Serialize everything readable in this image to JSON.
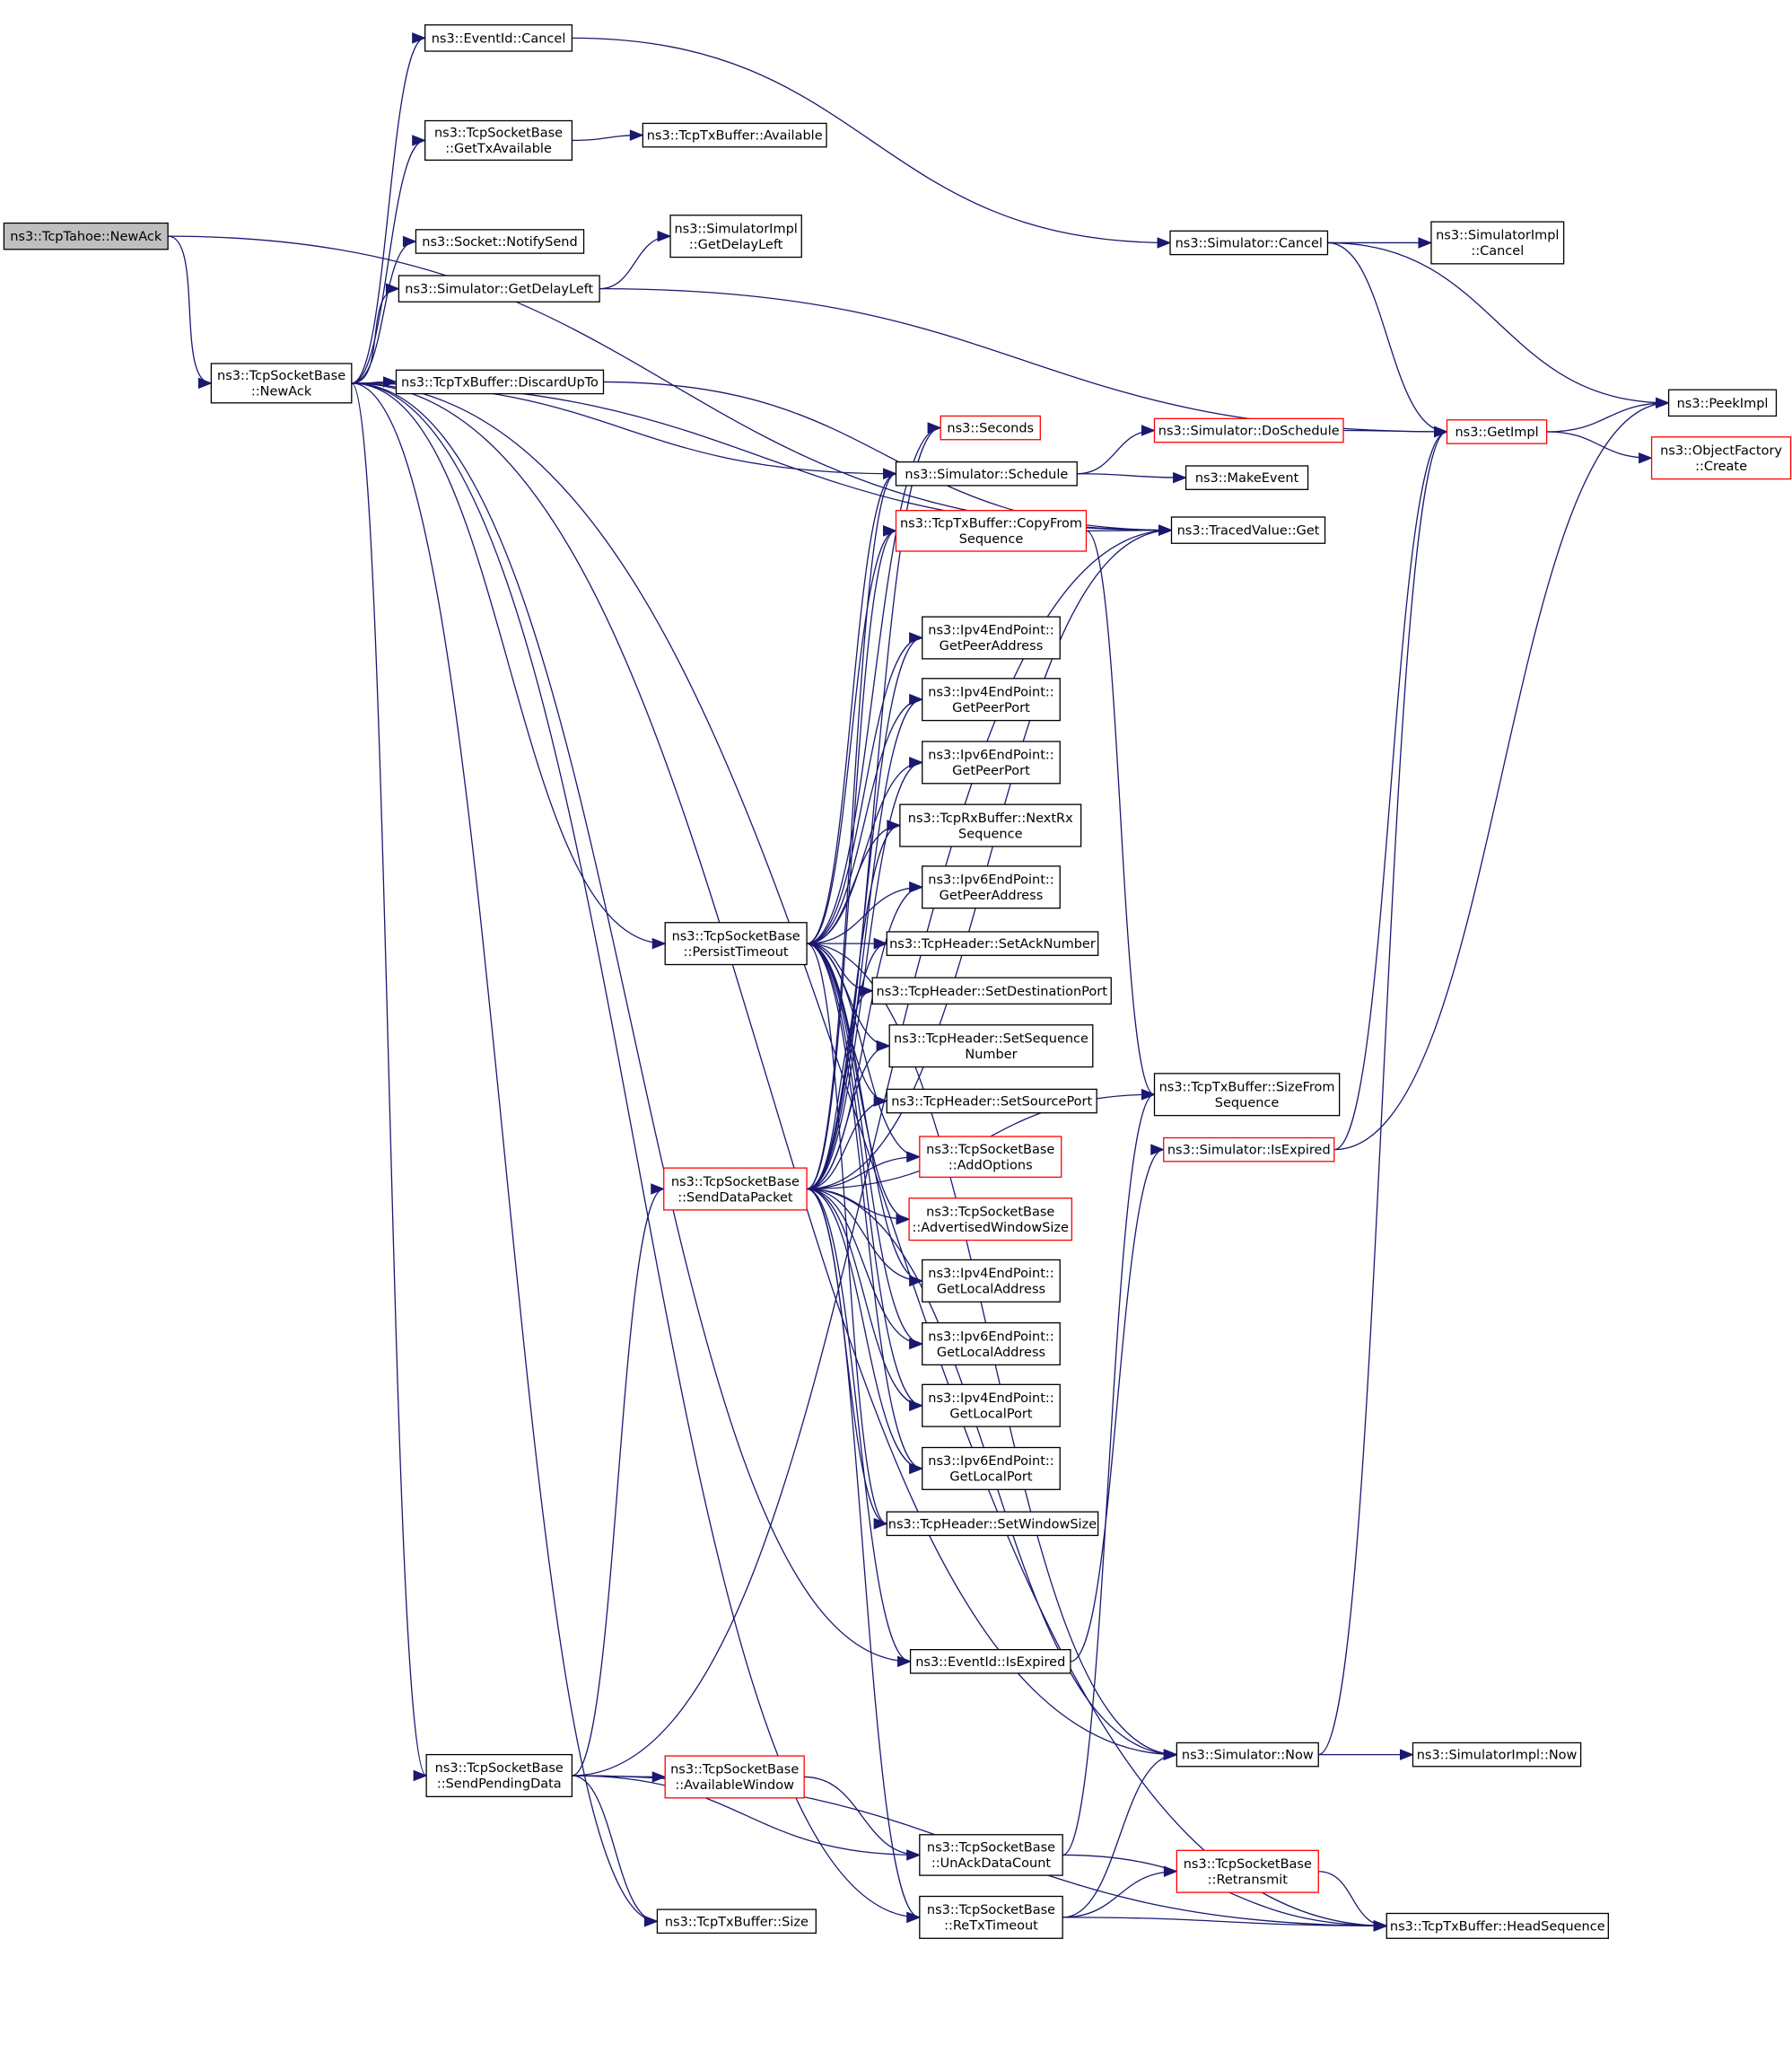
{
  "colors": {
    "edge": "#191970",
    "root_fill": "#bfbfbf",
    "node_fill": "#ffffff",
    "node_border": "#000000",
    "truncated_border": "#ff0000"
  },
  "nodes": [
    {
      "id": "n0",
      "lines": [
        "ns3::TcpTahoe::NewAck"
      ],
      "style": "root"
    },
    {
      "id": "n1",
      "lines": [
        "ns3::TcpSocketBase",
        "::NewAck"
      ],
      "style": "normal"
    },
    {
      "id": "n2",
      "lines": [
        "ns3::EventId::Cancel"
      ],
      "style": "normal"
    },
    {
      "id": "n3",
      "lines": [
        "ns3::TcpSocketBase",
        "::GetTxAvailable"
      ],
      "style": "normal"
    },
    {
      "id": "n4",
      "lines": [
        "ns3::TcpTxBuffer::Available"
      ],
      "style": "normal"
    },
    {
      "id": "n5",
      "lines": [
        "ns3::Socket::NotifySend"
      ],
      "style": "normal"
    },
    {
      "id": "n6",
      "lines": [
        "ns3::SimulatorImpl",
        "::GetDelayLeft"
      ],
      "style": "normal"
    },
    {
      "id": "n7",
      "lines": [
        "ns3::Simulator::GetDelayLeft"
      ],
      "style": "normal"
    },
    {
      "id": "n8",
      "lines": [
        "ns3::TcpTxBuffer::DiscardUpTo"
      ],
      "style": "normal"
    },
    {
      "id": "n9",
      "lines": [
        "ns3::Simulator::Cancel"
      ],
      "style": "normal"
    },
    {
      "id": "n10",
      "lines": [
        "ns3::SimulatorImpl",
        "::Cancel"
      ],
      "style": "normal"
    },
    {
      "id": "n11",
      "lines": [
        "ns3::PeekImpl"
      ],
      "style": "normal"
    },
    {
      "id": "n12",
      "lines": [
        "ns3::GetImpl"
      ],
      "style": "truncated"
    },
    {
      "id": "n13",
      "lines": [
        "ns3::ObjectFactory",
        "::Create"
      ],
      "style": "truncated"
    },
    {
      "id": "n14",
      "lines": [
        "ns3::Seconds"
      ],
      "style": "truncated"
    },
    {
      "id": "n15",
      "lines": [
        "ns3::Simulator::DoSchedule"
      ],
      "style": "truncated"
    },
    {
      "id": "n16",
      "lines": [
        "ns3::Simulator::Schedule"
      ],
      "style": "normal"
    },
    {
      "id": "n17",
      "lines": [
        "ns3::MakeEvent"
      ],
      "style": "normal"
    },
    {
      "id": "n18",
      "lines": [
        "ns3::TcpTxBuffer::CopyFrom",
        "Sequence"
      ],
      "style": "truncated"
    },
    {
      "id": "n19",
      "lines": [
        "ns3::TracedValue::Get"
      ],
      "style": "normal"
    },
    {
      "id": "n20",
      "lines": [
        "ns3::Ipv4EndPoint::",
        "GetPeerAddress"
      ],
      "style": "normal"
    },
    {
      "id": "n21",
      "lines": [
        "ns3::Ipv4EndPoint::",
        "GetPeerPort"
      ],
      "style": "normal"
    },
    {
      "id": "n22",
      "lines": [
        "ns3::Ipv6EndPoint::",
        "GetPeerPort"
      ],
      "style": "normal"
    },
    {
      "id": "n23",
      "lines": [
        "ns3::TcpRxBuffer::NextRx",
        "Sequence"
      ],
      "style": "normal"
    },
    {
      "id": "n24",
      "lines": [
        "ns3::Ipv6EndPoint::",
        "GetPeerAddress"
      ],
      "style": "normal"
    },
    {
      "id": "n25",
      "lines": [
        "ns3::TcpSocketBase",
        "::PersistTimeout"
      ],
      "style": "normal"
    },
    {
      "id": "n26",
      "lines": [
        "ns3::TcpHeader::SetAckNumber"
      ],
      "style": "normal"
    },
    {
      "id": "n27",
      "lines": [
        "ns3::TcpHeader::SetDestinationPort"
      ],
      "style": "normal"
    },
    {
      "id": "n28",
      "lines": [
        "ns3::TcpHeader::SetSequence",
        "Number"
      ],
      "style": "normal"
    },
    {
      "id": "n29",
      "lines": [
        "ns3::TcpTxBuffer::SizeFrom",
        "Sequence"
      ],
      "style": "normal"
    },
    {
      "id": "n30",
      "lines": [
        "ns3::TcpHeader::SetSourcePort"
      ],
      "style": "normal"
    },
    {
      "id": "n31",
      "lines": [
        "ns3::Simulator::IsExpired"
      ],
      "style": "truncated"
    },
    {
      "id": "n32",
      "lines": [
        "ns3::TcpSocketBase",
        "::AddOptions"
      ],
      "style": "truncated"
    },
    {
      "id": "n33",
      "lines": [
        "ns3::TcpSocketBase",
        "::SendDataPacket"
      ],
      "style": "truncated"
    },
    {
      "id": "n34",
      "lines": [
        "ns3::TcpSocketBase",
        "::AdvertisedWindowSize"
      ],
      "style": "truncated"
    },
    {
      "id": "n35",
      "lines": [
        "ns3::Ipv4EndPoint::",
        "GetLocalAddress"
      ],
      "style": "normal"
    },
    {
      "id": "n36",
      "lines": [
        "ns3::Ipv6EndPoint::",
        "GetLocalAddress"
      ],
      "style": "normal"
    },
    {
      "id": "n37",
      "lines": [
        "ns3::Ipv4EndPoint::",
        "GetLocalPort"
      ],
      "style": "normal"
    },
    {
      "id": "n38",
      "lines": [
        "ns3::Ipv6EndPoint::",
        "GetLocalPort"
      ],
      "style": "normal"
    },
    {
      "id": "n39",
      "lines": [
        "ns3::TcpHeader::SetWindowSize"
      ],
      "style": "normal"
    },
    {
      "id": "n40",
      "lines": [
        "ns3::EventId::IsExpired"
      ],
      "style": "normal"
    },
    {
      "id": "n41",
      "lines": [
        "ns3::TcpSocketBase",
        "::SendPendingData"
      ],
      "style": "normal"
    },
    {
      "id": "n42",
      "lines": [
        "ns3::TcpSocketBase",
        "::AvailableWindow"
      ],
      "style": "truncated"
    },
    {
      "id": "n43",
      "lines": [
        "ns3::Simulator::Now"
      ],
      "style": "normal"
    },
    {
      "id": "n44",
      "lines": [
        "ns3::SimulatorImpl::Now"
      ],
      "style": "normal"
    },
    {
      "id": "n45",
      "lines": [
        "ns3::TcpSocketBase",
        "::UnAckDataCount"
      ],
      "style": "normal"
    },
    {
      "id": "n46",
      "lines": [
        "ns3::TcpSocketBase",
        "::Retransmit"
      ],
      "style": "truncated"
    },
    {
      "id": "n47",
      "lines": [
        "ns3::TcpTxBuffer::Size"
      ],
      "style": "normal"
    },
    {
      "id": "n48",
      "lines": [
        "ns3::TcpSocketBase",
        "::ReTxTimeout"
      ],
      "style": "normal"
    },
    {
      "id": "n49",
      "lines": [
        "ns3::TcpTxBuffer::HeadSequence"
      ],
      "style": "normal"
    }
  ],
  "edges": [
    [
      "n0",
      "n1"
    ],
    [
      "n0",
      "n19"
    ],
    [
      "n1",
      "n2"
    ],
    [
      "n1",
      "n3"
    ],
    [
      "n1",
      "n5"
    ],
    [
      "n1",
      "n7"
    ],
    [
      "n1",
      "n8"
    ],
    [
      "n1",
      "n16"
    ],
    [
      "n1",
      "n19"
    ],
    [
      "n1",
      "n25"
    ],
    [
      "n1",
      "n40"
    ],
    [
      "n1",
      "n41"
    ],
    [
      "n1",
      "n43"
    ],
    [
      "n1",
      "n47"
    ],
    [
      "n1",
      "n48"
    ],
    [
      "n1",
      "n49"
    ],
    [
      "n2",
      "n9"
    ],
    [
      "n3",
      "n4"
    ],
    [
      "n7",
      "n6"
    ],
    [
      "n7",
      "n12"
    ],
    [
      "n8",
      "n19"
    ],
    [
      "n9",
      "n10"
    ],
    [
      "n9",
      "n11"
    ],
    [
      "n9",
      "n12"
    ],
    [
      "n12",
      "n11"
    ],
    [
      "n12",
      "n13"
    ],
    [
      "n15",
      "n12"
    ],
    [
      "n16",
      "n15"
    ],
    [
      "n16",
      "n17"
    ],
    [
      "n18",
      "n19"
    ],
    [
      "n18",
      "n29"
    ],
    [
      "n25",
      "n14"
    ],
    [
      "n25",
      "n16"
    ],
    [
      "n25",
      "n18"
    ],
    [
      "n25",
      "n20"
    ],
    [
      "n25",
      "n21"
    ],
    [
      "n25",
      "n22"
    ],
    [
      "n25",
      "n23"
    ],
    [
      "n25",
      "n24"
    ],
    [
      "n25",
      "n26"
    ],
    [
      "n25",
      "n27"
    ],
    [
      "n25",
      "n28"
    ],
    [
      "n25",
      "n30"
    ],
    [
      "n25",
      "n32"
    ],
    [
      "n25",
      "n34"
    ],
    [
      "n25",
      "n35"
    ],
    [
      "n25",
      "n36"
    ],
    [
      "n25",
      "n37"
    ],
    [
      "n25",
      "n38"
    ],
    [
      "n25",
      "n39"
    ],
    [
      "n25",
      "n43"
    ],
    [
      "n31",
      "n11"
    ],
    [
      "n31",
      "n12"
    ],
    [
      "n33",
      "n14"
    ],
    [
      "n33",
      "n16"
    ],
    [
      "n33",
      "n18"
    ],
    [
      "n33",
      "n19"
    ],
    [
      "n33",
      "n20"
    ],
    [
      "n33",
      "n21"
    ],
    [
      "n33",
      "n22"
    ],
    [
      "n33",
      "n23"
    ],
    [
      "n33",
      "n24"
    ],
    [
      "n33",
      "n26"
    ],
    [
      "n33",
      "n27"
    ],
    [
      "n33",
      "n28"
    ],
    [
      "n33",
      "n29"
    ],
    [
      "n33",
      "n30"
    ],
    [
      "n33",
      "n32"
    ],
    [
      "n33",
      "n34"
    ],
    [
      "n33",
      "n35"
    ],
    [
      "n33",
      "n36"
    ],
    [
      "n33",
      "n37"
    ],
    [
      "n33",
      "n38"
    ],
    [
      "n33",
      "n39"
    ],
    [
      "n33",
      "n40"
    ],
    [
      "n33",
      "n43"
    ],
    [
      "n33",
      "n48"
    ],
    [
      "n40",
      "n31"
    ],
    [
      "n41",
      "n19"
    ],
    [
      "n41",
      "n33"
    ],
    [
      "n41",
      "n42"
    ],
    [
      "n41",
      "n45"
    ],
    [
      "n41",
      "n47"
    ],
    [
      "n41",
      "n49"
    ],
    [
      "n42",
      "n45"
    ],
    [
      "n43",
      "n12"
    ],
    [
      "n43",
      "n44"
    ],
    [
      "n45",
      "n29"
    ],
    [
      "n45",
      "n49"
    ],
    [
      "n46",
      "n49"
    ],
    [
      "n48",
      "n43"
    ],
    [
      "n48",
      "n46"
    ],
    [
      "n48",
      "n49"
    ]
  ]
}
